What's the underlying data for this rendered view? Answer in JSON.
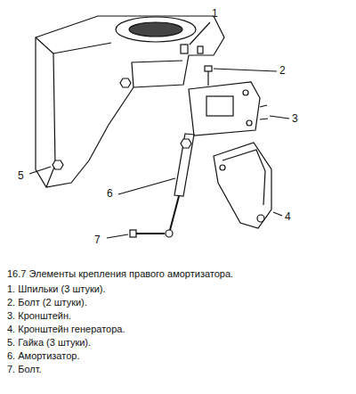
{
  "diagram": {
    "caption": "16.7 Элементы крепления правого амортизатора.",
    "labels": [
      "1",
      "2",
      "3",
      "4",
      "5",
      "6",
      "7",
      "1. Шпильки (3 штуки).",
      "2. Болт (2 штуки).",
      "3. Кронштейн.",
      "4. Кронштейн генератора.",
      "5. Гайка (3 штуки).",
      "6. Амортизатор.",
      "7. Болт."
    ]
  }
}
